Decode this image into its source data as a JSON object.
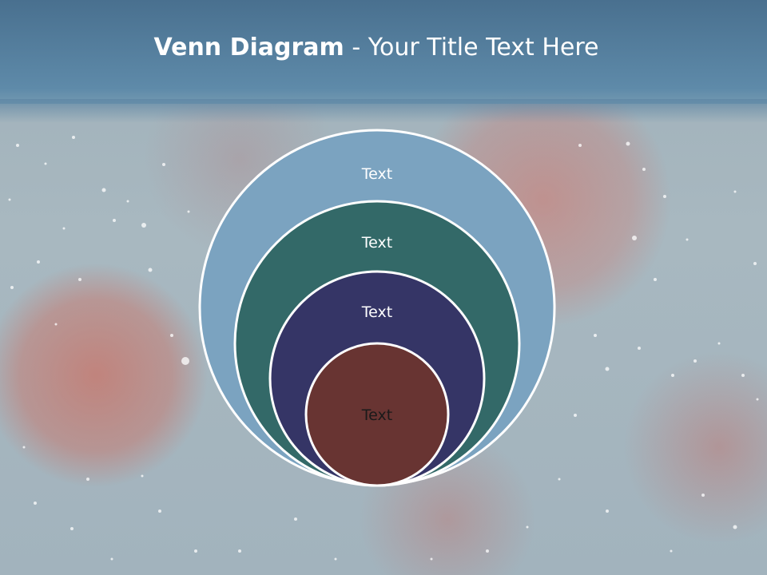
{
  "slide": {
    "title_bold": "Venn Diagram",
    "title_rest": " - Your Title Text Here"
  },
  "diagram": {
    "type": "nested-circles",
    "circles": [
      {
        "label": "Text",
        "color": "#7ba3c0",
        "text_color": "#ffffff"
      },
      {
        "label": "Text",
        "color": "#336968",
        "text_color": "#ffffff"
      },
      {
        "label": "Text",
        "color": "#353566",
        "text_color": "#ffffff"
      },
      {
        "label": "Text",
        "color": "#683432",
        "text_color": "#1a1a1a"
      }
    ],
    "outline_color": "#ffffff"
  },
  "theme": {
    "header_color": "#5a86a6"
  }
}
